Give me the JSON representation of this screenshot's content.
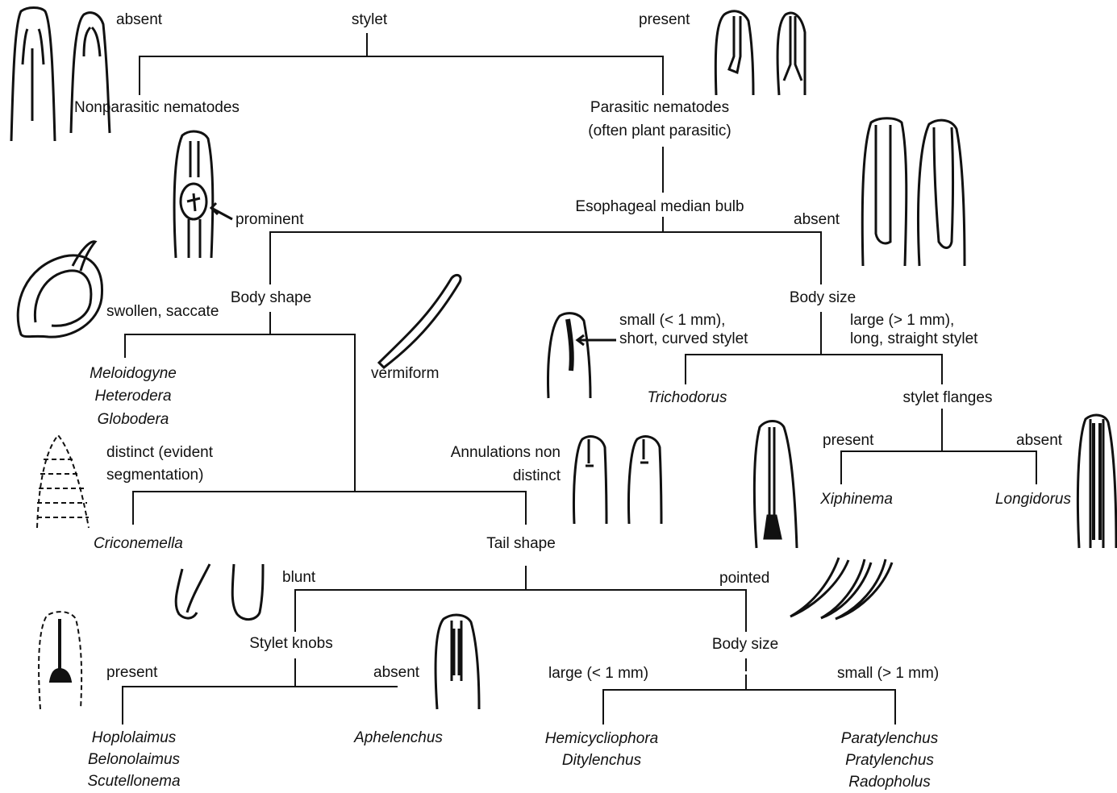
{
  "root": {
    "label": "stylet",
    "left": "absent",
    "right": "present"
  },
  "nonparasitic": "Nonparasitic nematodes",
  "parasitic": {
    "line1": "Parasitic nematodes",
    "line2": "(often plant parasitic)"
  },
  "bulb": {
    "label": "Esophageal median bulb",
    "left": "prominent",
    "right": "absent"
  },
  "body_shape": {
    "label": "Body shape",
    "left": "swollen, saccate",
    "right": "vermiform"
  },
  "saccate_genera": [
    "Meloidogyne",
    "Heterodera",
    "Globodera"
  ],
  "annulations": {
    "left_line1": "distinct (evident",
    "left_line2": "segmentation)",
    "right_line1": "Annulations non",
    "right_line2": "distinct"
  },
  "criconemella": "Criconemella",
  "tail": {
    "label": "Tail shape",
    "left": "blunt",
    "right": "pointed"
  },
  "stylet_knobs": {
    "label": "Stylet knobs",
    "left": "present",
    "right": "absent"
  },
  "knobs_present_genera": [
    "Hoplolaimus",
    "Belonolaimus",
    "Scutellonema"
  ],
  "aphelenchus": "Aphelenchus",
  "tail_body_size": {
    "label": "Body size",
    "left": "large (< 1 mm)",
    "right": "small (> 1 mm)"
  },
  "large_genera": [
    "Hemicycliophora",
    "Ditylenchus"
  ],
  "small_genera": [
    "Paratylenchus",
    "Pratylenchus",
    "Radopholus"
  ],
  "body_size": {
    "label": "Body size",
    "left_line1": "small (< 1 mm),",
    "left_line2": "short, curved stylet",
    "right_line1": "large (> 1 mm),",
    "right_line2": "long, straight stylet"
  },
  "trichodorus": "Trichodorus",
  "flanges": {
    "label": "stylet flanges",
    "left": "present",
    "right": "absent"
  },
  "xiphinema": "Xiphinema",
  "longidorus": "Longidorus"
}
